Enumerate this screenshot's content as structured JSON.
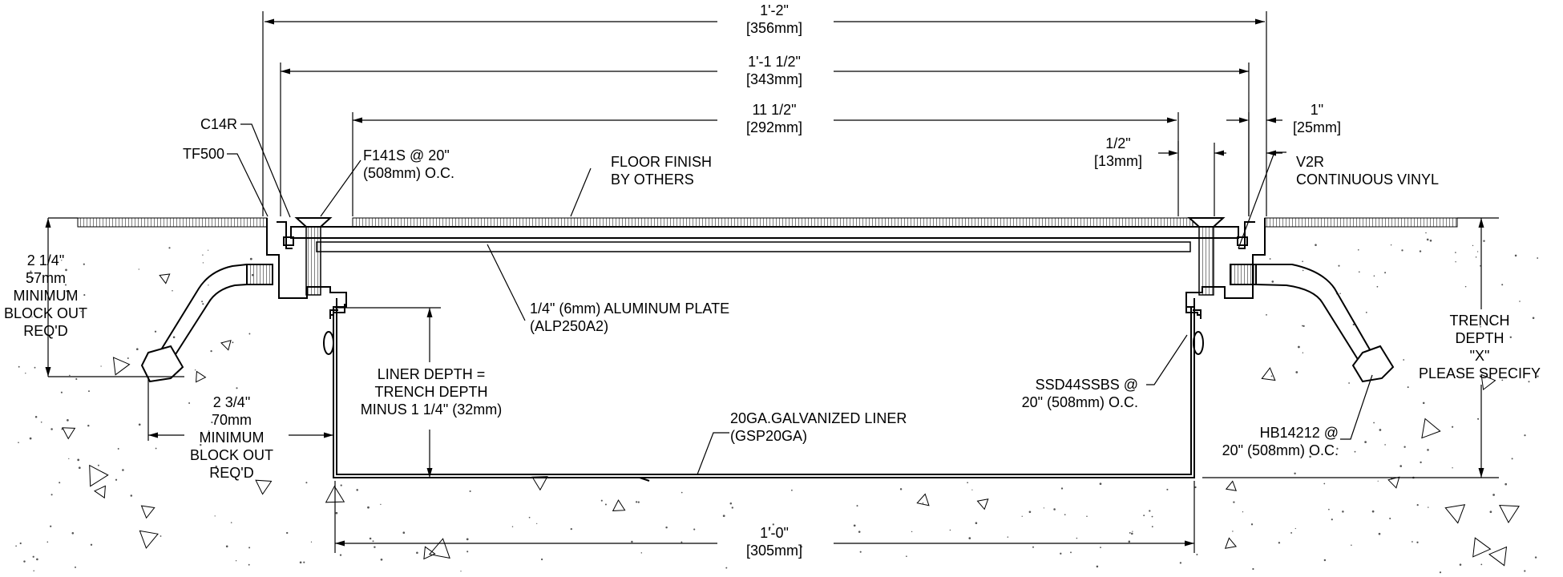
{
  "dimensions": {
    "overall": [
      "1'-2\"",
      "[356mm]"
    ],
    "frame": [
      "1'-1 1/2\"",
      "[343mm]"
    ],
    "opening": [
      "11 1/2\"",
      "[292mm]"
    ],
    "half_inch": [
      "1/2\"",
      "[13mm]"
    ],
    "one_inch": [
      "1\"",
      "[25mm]"
    ],
    "liner_width": [
      "1'-0\"",
      "[305mm]"
    ]
  },
  "labels": {
    "c14r": "C14R",
    "tf500": "TF500",
    "f141s": [
      "F141S @ 20\"",
      "(508mm) O.C."
    ],
    "floor_finish": [
      "FLOOR FINISH",
      "BY OTHERS"
    ],
    "v2r": [
      "V2R",
      "CONTINUOUS VINYL"
    ],
    "block_out_vertical": [
      "2 1/4\"",
      "57mm",
      "MINIMUM",
      "BLOCK OUT",
      "REQ'D"
    ],
    "aluminum_plate": [
      "1/4\" (6mm) ALUMINUM PLATE",
      "(ALP250A2)"
    ],
    "trench_depth": [
      "TRENCH",
      "DEPTH",
      "\"X\"",
      "PLEASE SPECIFY"
    ],
    "liner_depth": [
      "LINER DEPTH =",
      "TRENCH DEPTH",
      "MINUS 1 1/4\" (32mm)"
    ],
    "block_out_horizontal": [
      "2 3/4\"",
      "70mm",
      "MINIMUM",
      "BLOCK OUT",
      "REQ'D"
    ],
    "ssd44": [
      "SSD44SSBS @",
      "20\" (508mm) O.C."
    ],
    "liner": [
      "20GA.GALVANIZED LINER",
      "(GSP20GA)"
    ],
    "hb14212": [
      "HB14212 @",
      "20\" (508mm) O.C."
    ]
  },
  "colors": {
    "line": "#000000",
    "concrete_speckle": "#555555",
    "background": "#ffffff"
  }
}
